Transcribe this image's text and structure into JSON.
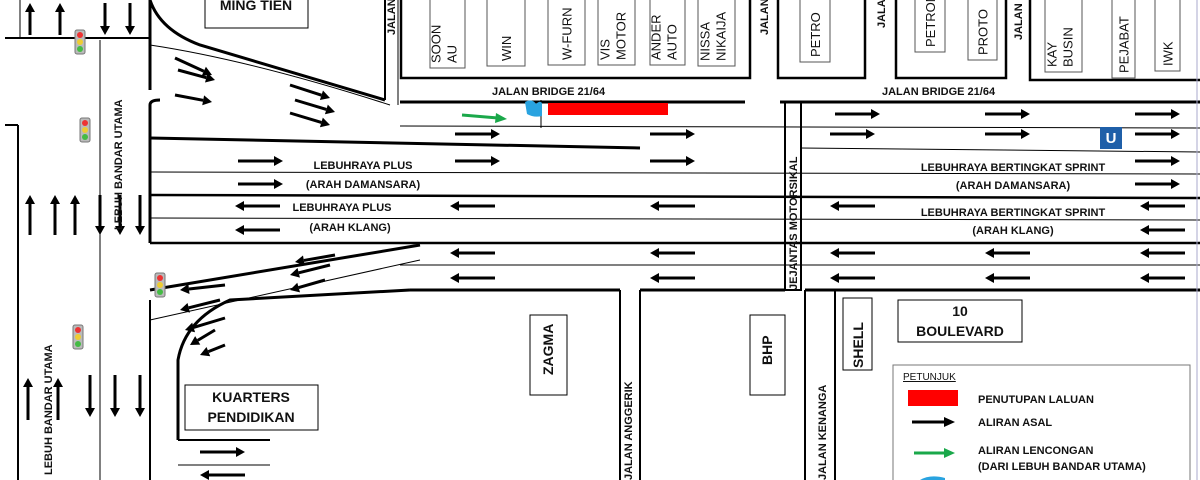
{
  "colors": {
    "closure": "#ff0000",
    "detour": "#1aa84a",
    "flag": "#29a3e0",
    "uturn": "#1f5fa8"
  },
  "top": {
    "ming_tien": "MING TIEN",
    "jalan_1": "JALAN",
    "jalan_2": "JALAN",
    "jalan_3": "JALAN",
    "jalan_4": "JALAN",
    "shops": [
      [
        "SOON",
        "AU"
      ],
      [
        "WIN",
        ""
      ],
      [
        "W-FURN",
        ""
      ],
      [
        "VIS",
        "MOTOR"
      ],
      [
        "ANDER",
        "AUTO"
      ],
      [
        "NISSA",
        "NIKAIJA"
      ],
      [
        "PETRO",
        ""
      ],
      [
        "PETRON",
        ""
      ],
      [
        "PROTO",
        ""
      ],
      [
        "KAY",
        "BUSIN"
      ],
      [
        "PEJABAT",
        ""
      ],
      [
        "IWK",
        ""
      ]
    ],
    "bridge_left": "JALAN BRIDGE 21/64",
    "bridge_right": "JALAN BRIDGE 21/64"
  },
  "left": {
    "bandar_top": "LEBUH BANDAR UTAMA",
    "bandar_bottom": "LEBUH BANDAR UTAMA"
  },
  "highway": {
    "plus_1": "LEBUHRAYA PLUS",
    "plus_1_dir": "(ARAH DAMANSARA)",
    "plus_2": "LEBUHRAYA PLUS",
    "plus_2_dir": "(ARAH KLANG)",
    "sprint_1": "LEBUHRAYA BERTINGKAT SPRINT",
    "sprint_1_dir": "(ARAH DAMANSARA)",
    "sprint_2": "LEBUHRAYA BERTINGKAT  SPRINT",
    "sprint_2_dir": "(ARAH KLANG)",
    "jejantas": "JEJANTAS MOTORSIKAL",
    "uturn_icon": "U"
  },
  "bottom": {
    "zagma": "ZAGMA",
    "anggerik": "JALAN ANGGERIK",
    "bhp": "BHP",
    "kenanga": "JALAN KENANGA",
    "shell": "SHELL",
    "boulevard_1": "10",
    "boulevard_2": "BOULEVARD",
    "kuarters_1": "KUARTERS",
    "kuarters_2": "PENDIDIKAN"
  },
  "legend": {
    "title": "PETUNJUK",
    "closure": "PENUTUPAN LALUAN",
    "original": "ALIRAN ASAL",
    "detour": "ALIRAN LENCONGAN",
    "detour_note": "(DARI LEBUH BANDAR UTAMA)"
  }
}
